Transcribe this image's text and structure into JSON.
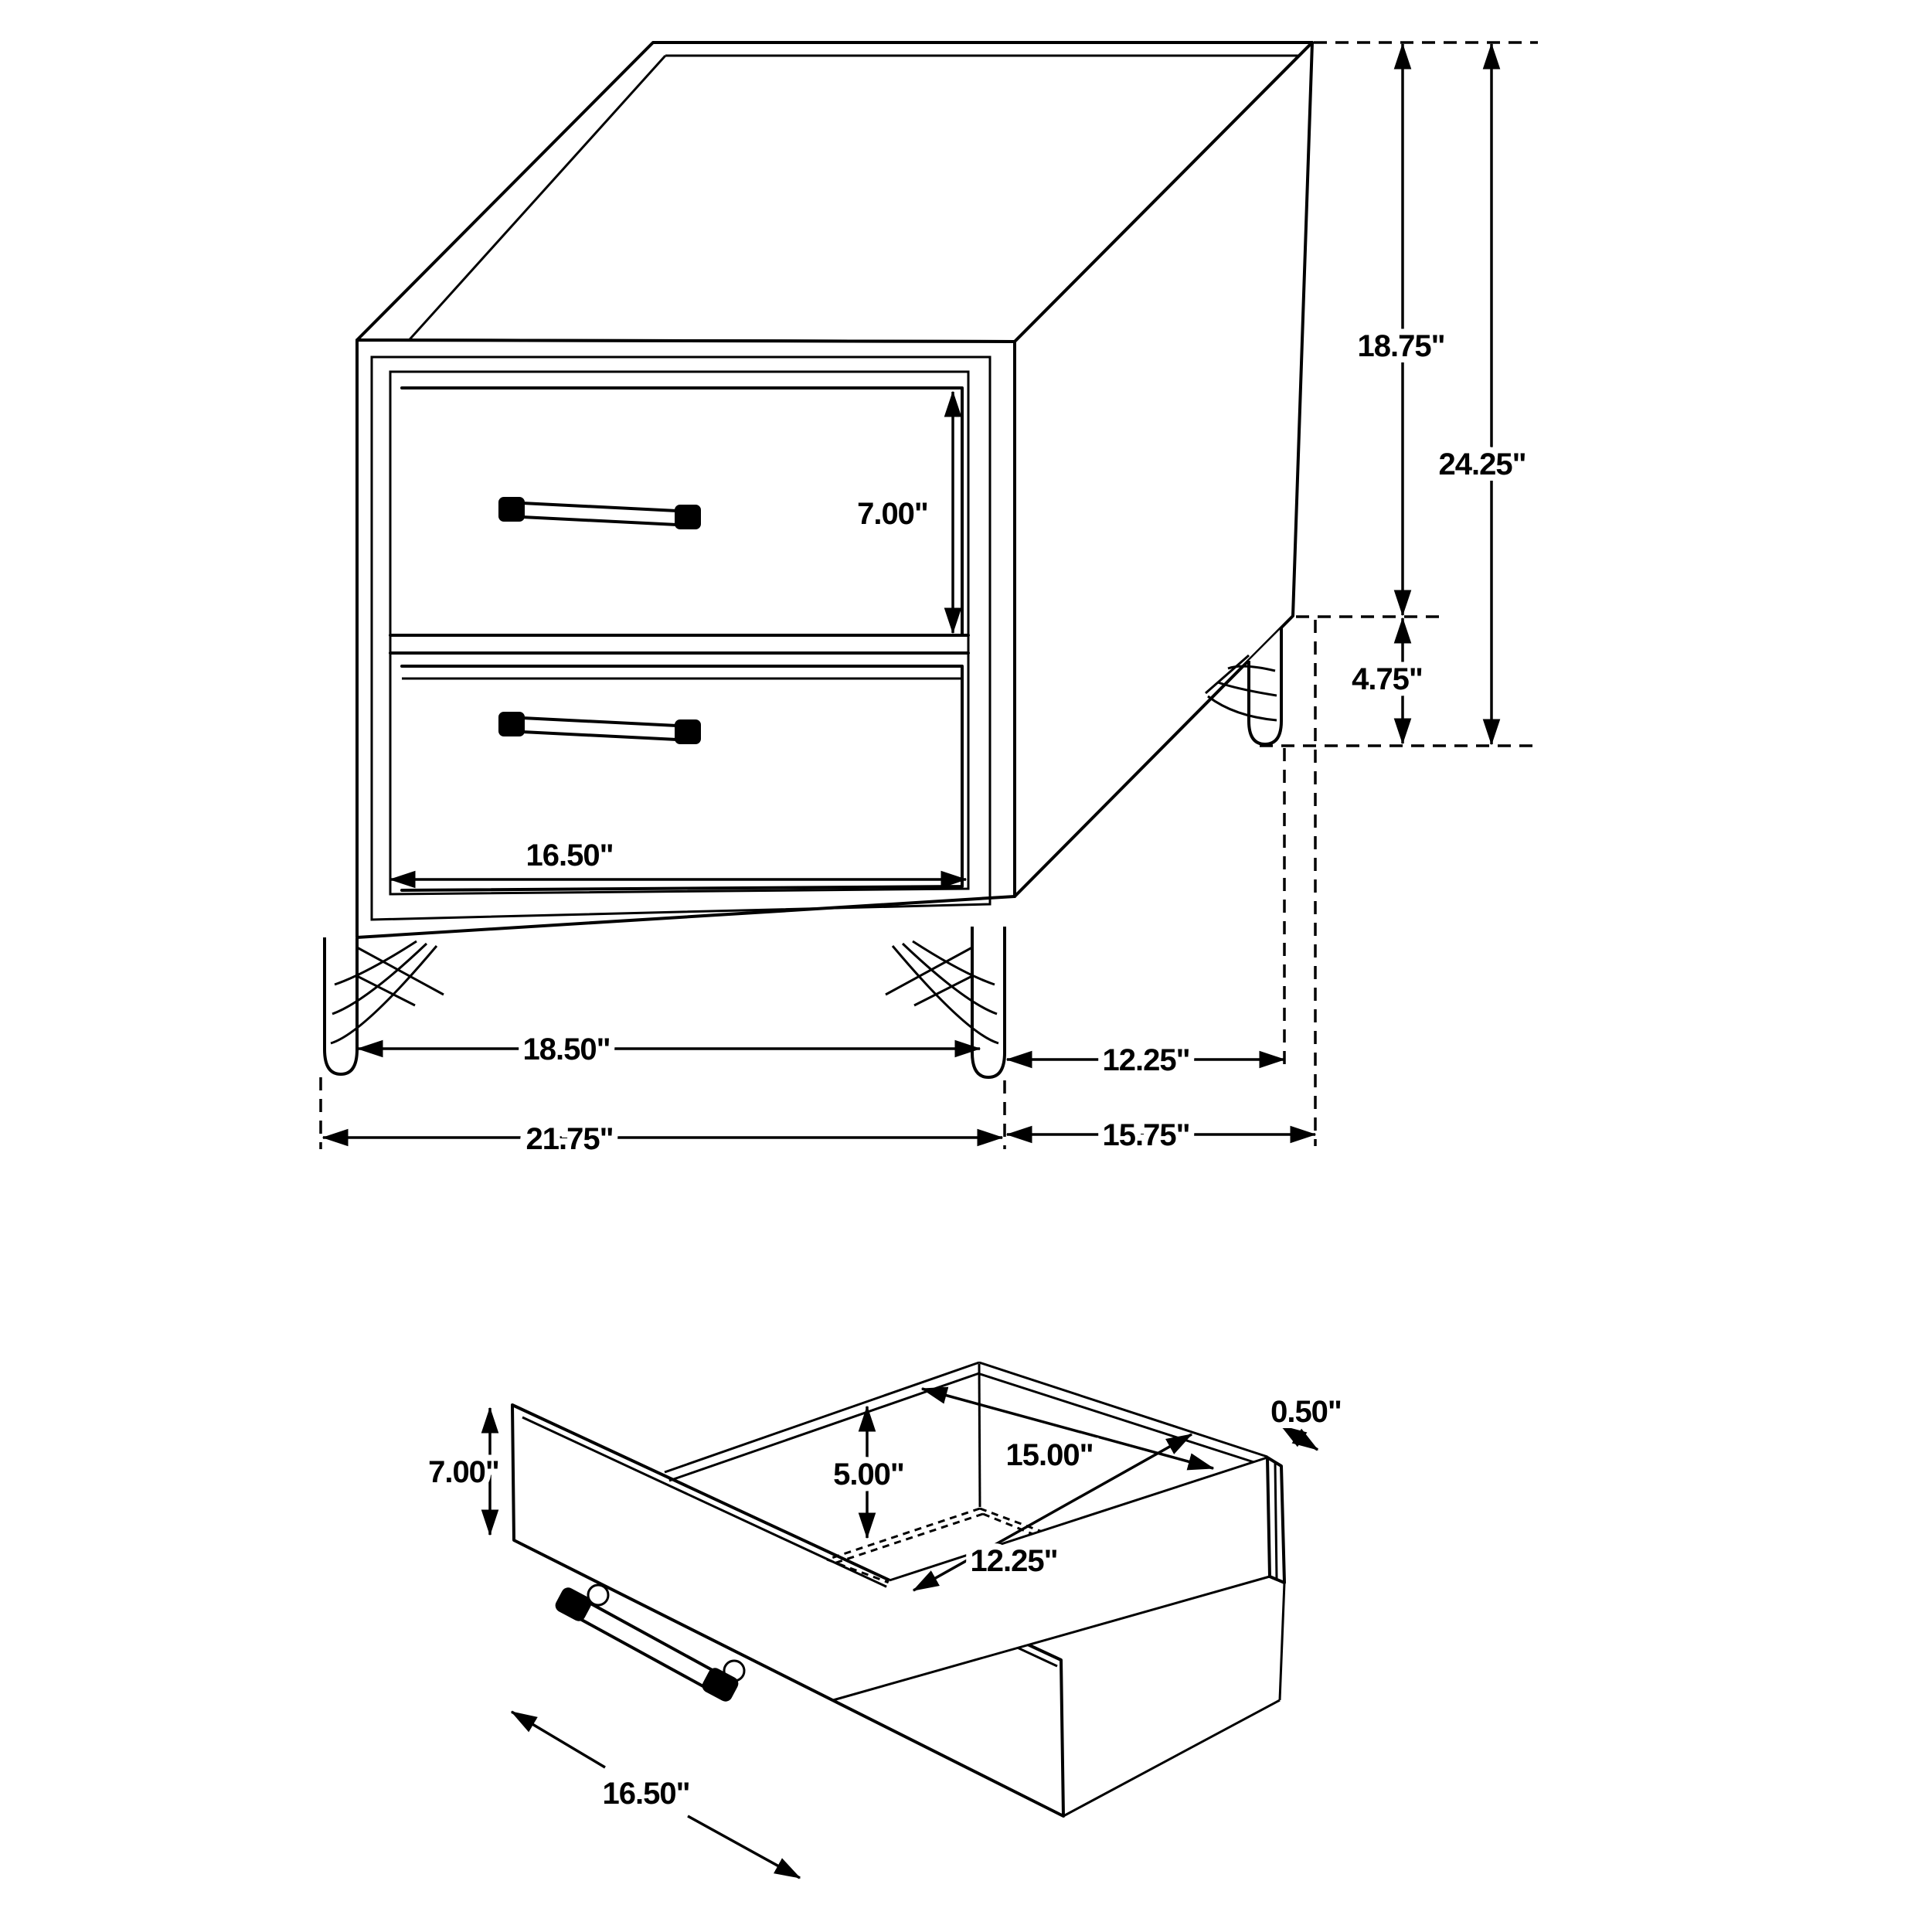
{
  "page": {
    "background": "#ffffff",
    "line_color": "#000000",
    "description": "Two-drawer nightstand dimension diagram with isometric nightstand view and separate drawer box view"
  },
  "nightstand": {
    "labels": {
      "drawer_height": "7.00\"",
      "drawer_width": "16.50\"",
      "leg_span": "18.50\"",
      "overall_width": "21.75\"",
      "depth_inset": "12.25\"",
      "overall_depth": "15.75\"",
      "carcass_height": "18.75\"",
      "overall_height": "24.25\"",
      "leg_height": "4.75\""
    }
  },
  "drawer": {
    "labels": {
      "front_height": "7.00\"",
      "interior_depth": "5.00\"",
      "interior_length": "15.00\"",
      "interior_width": "12.25\"",
      "side_thickness": "0.50\"",
      "front_width": "16.50\""
    }
  }
}
